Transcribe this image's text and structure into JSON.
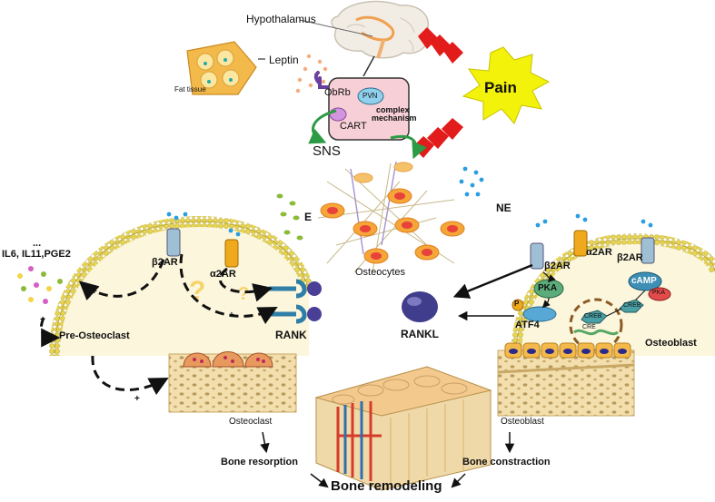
{
  "labels": {
    "hypothalamus": "Hypothalamus",
    "leptin": "Leptin",
    "fat_tissue": "Fat tissue",
    "pain": "Pain",
    "obrb": "ObRb",
    "pvn": "PVN",
    "cart": "CART",
    "complex_mechanism_1": "complex",
    "complex_mechanism_2": "mechanism",
    "sns": "SNS",
    "e": "E",
    "ne": "NE",
    "osteocytes": "Osteocytes",
    "cytokines": "IL6, IL11,PGE2",
    "cytokines_more": "...",
    "beta2ar_left": "β2AR",
    "alpha2ar_left": "α2AR",
    "rank": "RANK",
    "pre_osteoclast": "Pre-Osteoclast",
    "plus_1": "+",
    "plus_2": "+",
    "plus_3": "+",
    "plus_4": "+",
    "beta2ar_right_1": "β2AR",
    "alpha2ar_right": "α2AR",
    "beta2ar_right_2": "β2AR",
    "pka": "PKA",
    "p": "P",
    "atf4": "ATF4",
    "camp": "cAMP",
    "pka_small": "PKA",
    "creb_1": "CREB",
    "creb_2": "CREB",
    "cre": "CRE",
    "osteoblast_cell": "Osteoblast",
    "rankl": "RANKL",
    "osteoclast": "Osteoclast",
    "osteoblast": "Osteoblast",
    "bone_resorption": "Bone resorption",
    "bone_construction": "Bone constraction",
    "bone_remodeling": "Bone remodeling"
  },
  "colors": {
    "pain_burst": "#f2f20a",
    "chevrons": "#e21b1b",
    "hypothalamus_box": "#f7cfd7",
    "pvn": "#8fd0ec",
    "cart": "#d394e0",
    "obrb": "#6a3fa0",
    "green_arrow": "#2d9a45",
    "membrane": "#e8d24a",
    "cell_fill": "#fbf6dc",
    "receptor_blue": "#9fc0d4",
    "receptor_yellow": "#f0a91c",
    "rank": "#2f7ea8",
    "rankl": "#3f3d8c",
    "pka": "#5cab7a",
    "atf4": "#58a8d6",
    "camp": "#3e8fb5",
    "pka_small": "#e34a4a",
    "creb": "#49a0a5",
    "e_dots": "#8cbb3a",
    "ne_dots": "#2a9ee0",
    "leptin_dots": "#f3ad7c",
    "bone": "#f0d9a8",
    "osteoclast_cell": "#e89a5e",
    "osteoblast_nucleus": "#2a2a8a"
  }
}
